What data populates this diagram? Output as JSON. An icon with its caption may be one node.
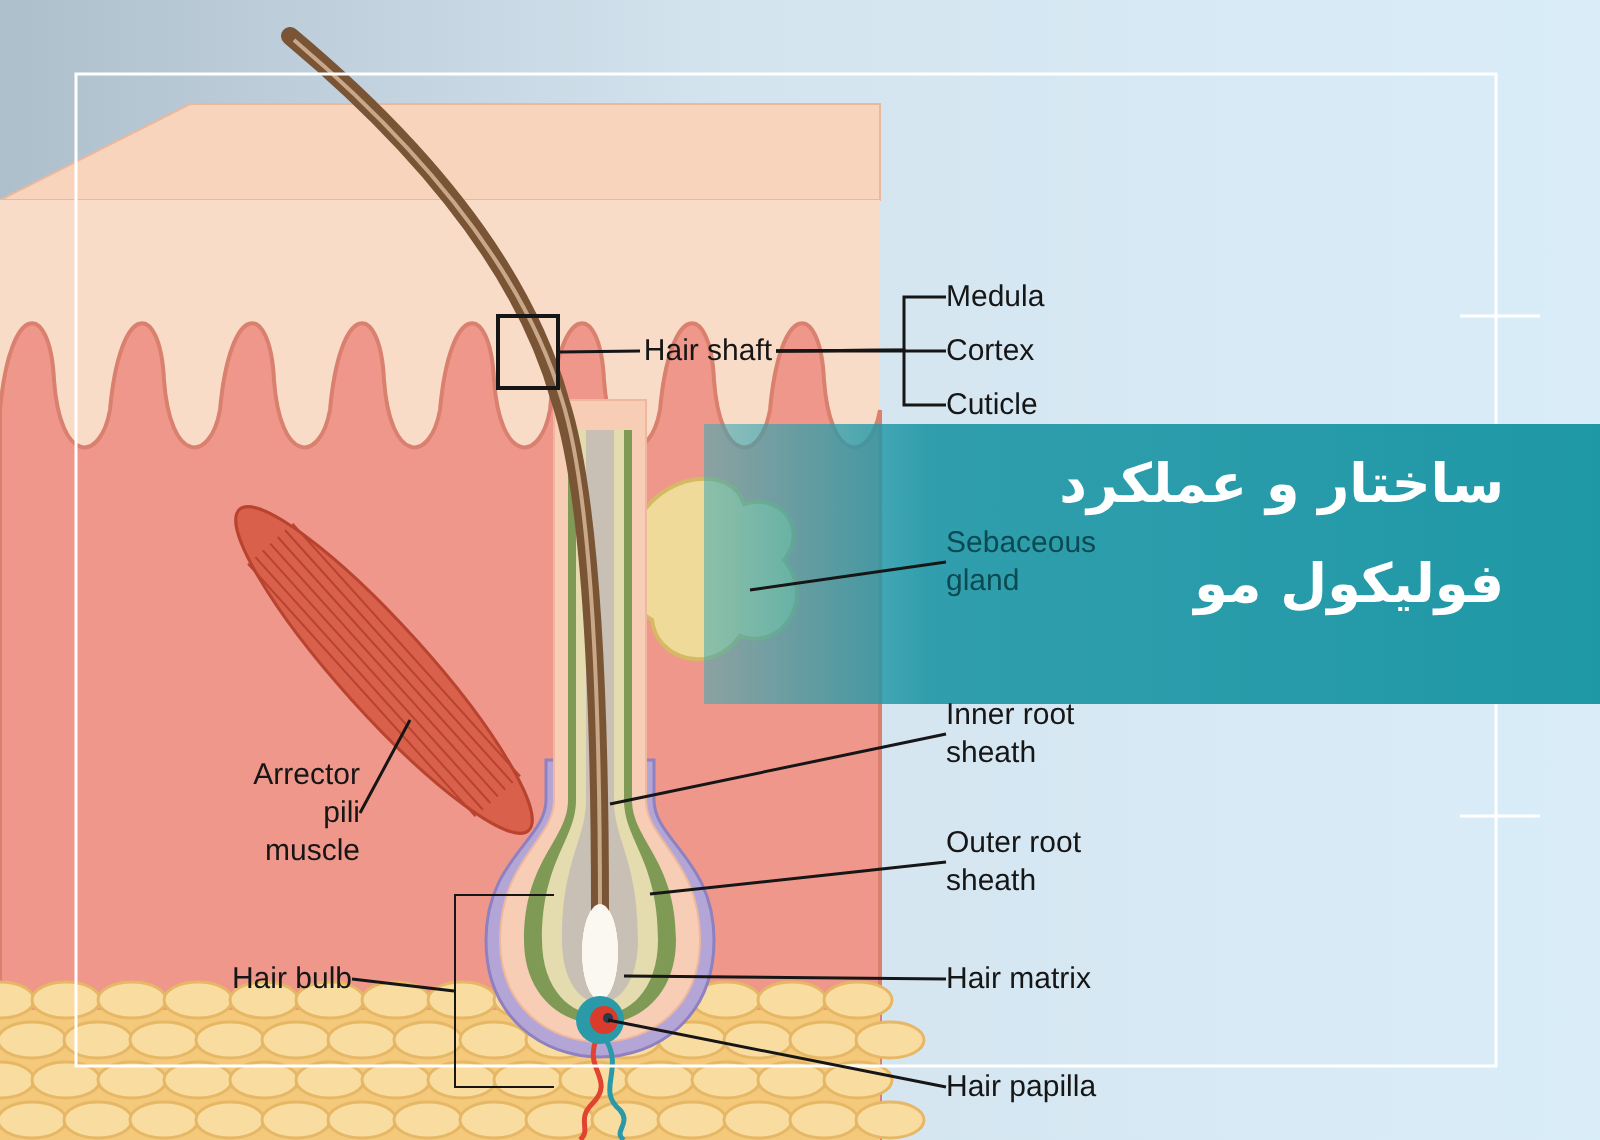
{
  "diagram": {
    "title": "ساختار و عملکرد فولیکول مو",
    "nodes": [
      {
        "text": [
          "Hair shaft"
        ]
      },
      {
        "text": [],
        "shape": "box"
      },
      {
        "text": [
          "Medula"
        ]
      },
      {
        "text": [
          "Cortex"
        ]
      },
      {
        "text": [
          "Cuticle"
        ]
      },
      {
        "text": [
          "Sebaceous gland"
        ]
      },
      {
        "text": [
          "Inner root sheath"
        ]
      },
      {
        "text": [
          "Outer root sheath"
        ]
      },
      {
        "text": [
          "Hair matrix"
        ]
      },
      {
        "text": [
          "Hair papilla"
        ]
      },
      {
        "text": [
          "Arrector pili muscle"
        ]
      },
      {
        "text": [
          "Hair bulb"
        ]
      },
      {
        "text": [],
        "shape": "bracket"
      }
    ],
    "edges": [
      {
        "from": 0,
        "to": 1,
        "arrow": "none"
      },
      {
        "from": 0,
        "to": 2,
        "arrow": "none"
      },
      {
        "from": 0,
        "to": 3,
        "arrow": "none"
      },
      {
        "from": 0,
        "to": 4,
        "arrow": "none"
      },
      {
        "from": 5,
        "to": null,
        "arrow": "none"
      },
      {
        "from": 6,
        "to": null,
        "arrow": "none"
      },
      {
        "from": 7,
        "to": null,
        "arrow": "none"
      },
      {
        "from": 8,
        "to": null,
        "arrow": "none"
      },
      {
        "from": 9,
        "to": null,
        "arrow": "none"
      },
      {
        "from": 10,
        "to": null,
        "arrow": "none"
      },
      {
        "from": 11,
        "to": 12,
        "arrow": "none"
      }
    ]
  }
}
